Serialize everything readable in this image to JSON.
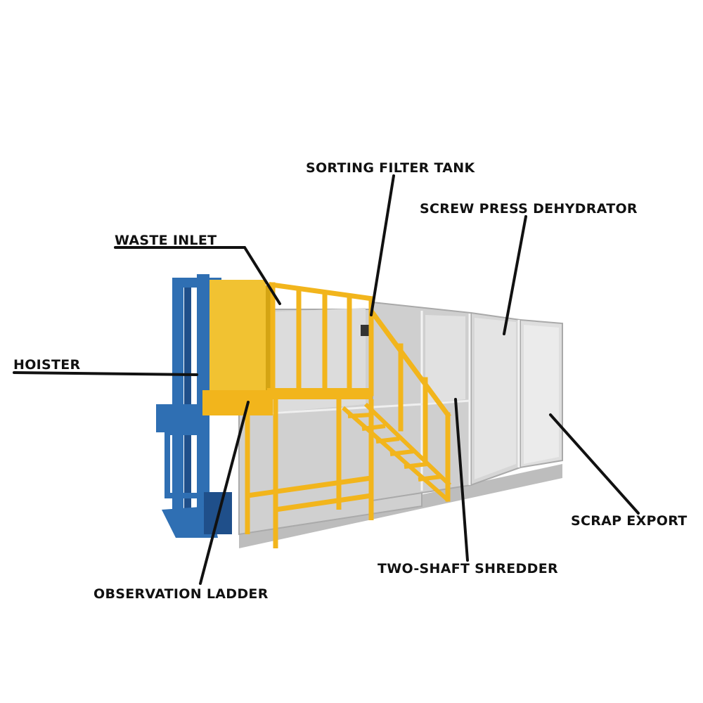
{
  "labels": {
    "sorting_filter_tank": "SORTING FILTER TANK",
    "screw_press_dehydrator": "SCREW PRESS DEHYDRATOR",
    "waste_inlet": "WASTE INLET",
    "hoister": "HOISTER",
    "scrap_export": "SCRAP EXPORT",
    "two_shaft_shredder": "TWO-SHAFT SHREDDER",
    "observation_ladder": "OBSERVATION LADDER"
  },
  "colors": {
    "background": "#ffffff",
    "label_text": "#111111",
    "leader_line": "#111111",
    "hoister_frame": "#2f6fb3",
    "hoister_frame_dark": "#1f4f8a",
    "hopper_yellow": "#f1c232",
    "ladder_yellow": "#f2b51c",
    "cabinet_panel": "#c9c9c9",
    "cabinet_panel_light": "#e3e3e3",
    "cabinet_frame": "#b0b0b0"
  }
}
